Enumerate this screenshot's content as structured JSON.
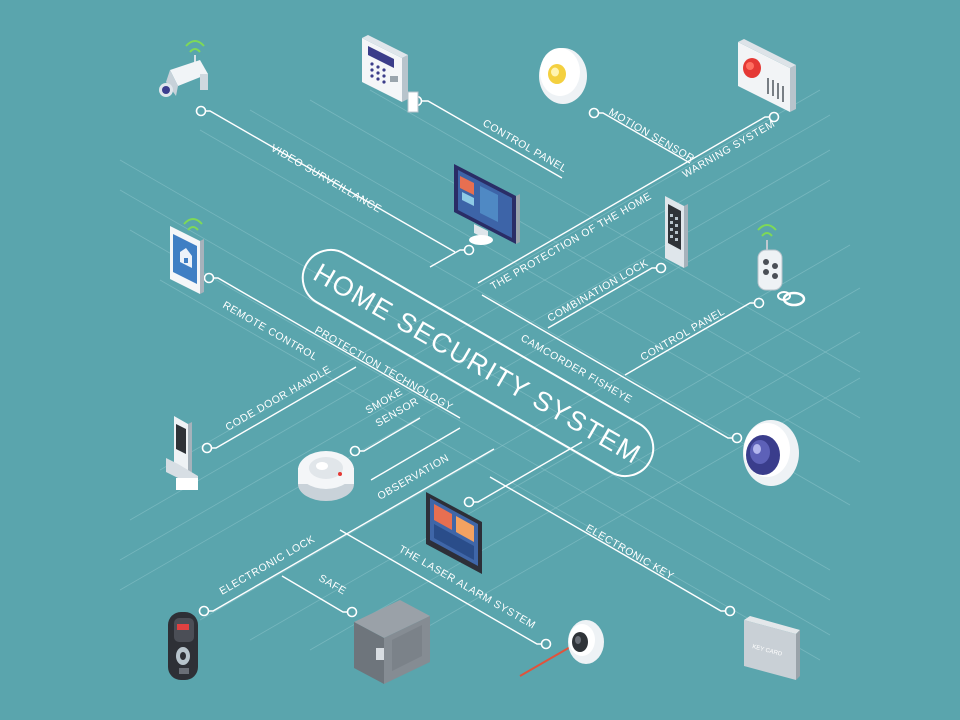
{
  "title": "HOME SECURITY SYSTEM",
  "labels": {
    "video_surveillance": "VIDEO SURVEILLANCE",
    "control_panel_top": "CONTROL PANEL",
    "motion_sensor": "MOTION SENSOR",
    "warning_system": "WARNING SYSTEM",
    "protection_of_home": "THE PROTECTION OF THE HOME",
    "combination_lock": "COMBINATION LOCK",
    "camcorder_fisheye": "CAMCORDER FISHEYE",
    "control_panel_right": "CONTROL PANEL",
    "remote_control": "REMOTE CONTROL",
    "protection_technology": "PROTECTION TECHNOLOGY",
    "code_door_handle": "CODE DOOR HANDLE",
    "smoke_line1": "SMOKE",
    "smoke_line2": "SENSOR",
    "observation": "OBSERVATION",
    "electronic_key": "ELECTRONIC KEY",
    "electronic_lock": "ELECTRONIC LOCK",
    "safe": "SAFE",
    "laser_alarm": "THE LASER ALARM SYSTEM",
    "key_card_text": "KEY CARD"
  },
  "icons": [
    "security-camera-icon",
    "alarm-keypad-icon",
    "motion-sensor-icon",
    "warning-button-icon",
    "monitor-icon",
    "combination-lock-icon",
    "key-fob-icon",
    "smartphone-icon",
    "fisheye-camera-icon",
    "code-door-handle-icon",
    "smoke-sensor-icon",
    "tablet-icon",
    "electronic-lock-icon",
    "safe-icon",
    "laser-alarm-icon",
    "key-card-icon"
  ],
  "colors": {
    "background": "#5aa5ad",
    "lines": "#ffffff",
    "warning_button": "#e53935",
    "laser": "#e0533c",
    "sensor_light": "#f4d03f"
  }
}
